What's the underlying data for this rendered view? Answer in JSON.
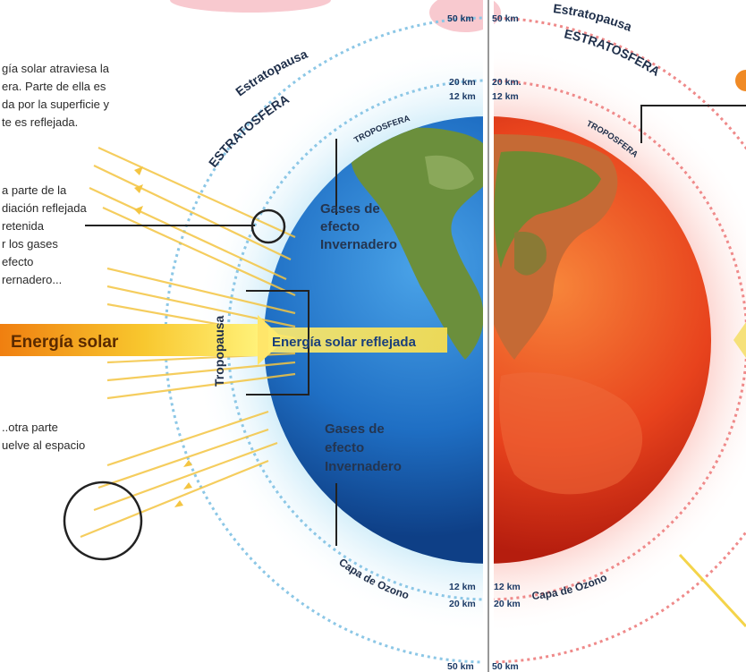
{
  "left_notes": {
    "note1": [
      "gía solar atraviesa la",
      "era. Parte de ella es",
      "da por la superficie y",
      "te es reflejada."
    ],
    "note2": [
      "a parte de la",
      "diación reflejada",
      "retenida",
      "r los gases",
      "efecto",
      "rernadero..."
    ],
    "note3": [
      "..otra parte",
      "uelve al espacio"
    ]
  },
  "energia_solar": "Energía solar",
  "energia_reflejada": "Energía solar reflejada",
  "gases_top": [
    "Gases de",
    "efecto",
    "Invernadero"
  ],
  "gases_bottom": [
    "Gases de",
    "efecto",
    "Invernadero"
  ],
  "tropopausa": "Tropopausa",
  "troposfera": "TROPOSFERA",
  "estratopausa": "Estratopausa",
  "estratosfera": "ESTRATOSFERA",
  "capa_ozono": "Capa de Ozono",
  "km": {
    "k50": "50 km",
    "k20": "20 km",
    "k12": "12 km",
    "k20b": "20 km."
  },
  "colors": {
    "ocean_blue": "#1f6fc4",
    "hot_red": "#e8431d",
    "solar_orange": "#f0a020",
    "halo_blue": "#9ed4ee",
    "halo_red": "#f39a9a"
  }
}
